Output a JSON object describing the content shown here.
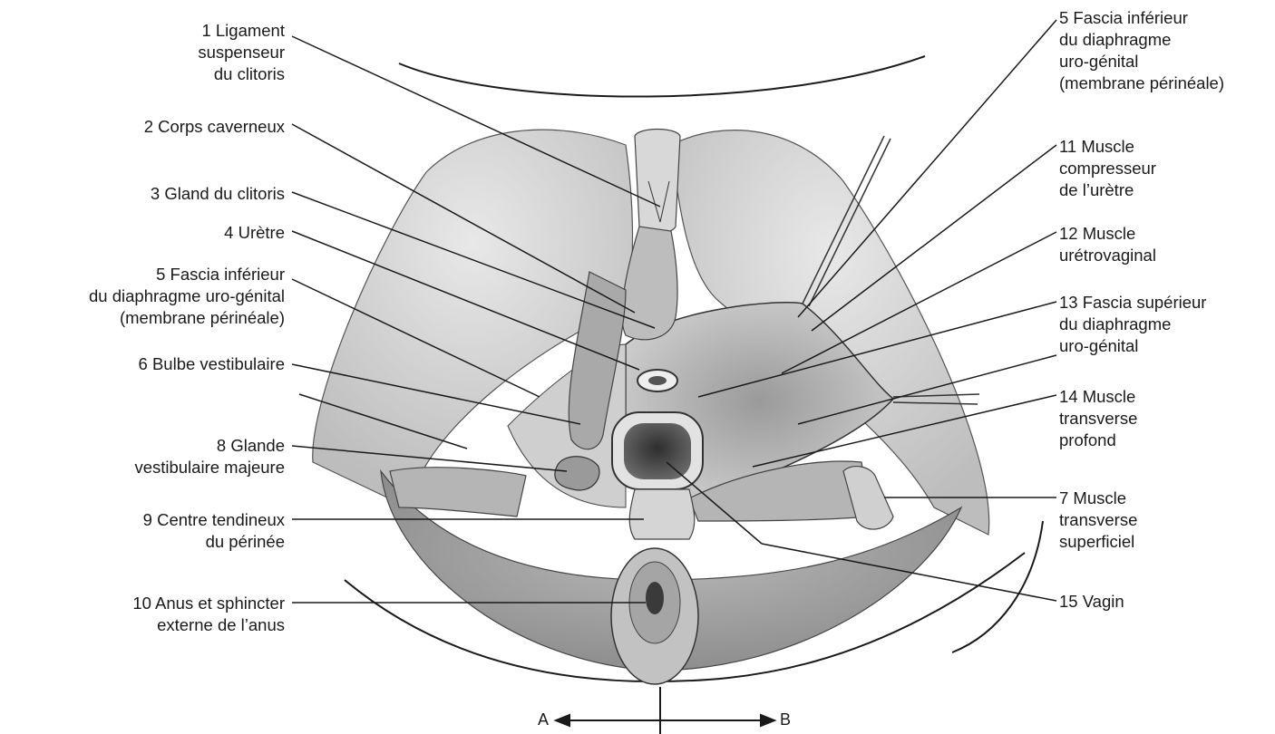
{
  "labels_left": [
    {
      "id": "l1",
      "lines": [
        "1 Ligament",
        "suspenseur",
        "du clitoris"
      ]
    },
    {
      "id": "l2",
      "lines": [
        "2 Corps caverneux"
      ]
    },
    {
      "id": "l3",
      "lines": [
        "3 Gland du clitoris"
      ]
    },
    {
      "id": "l4",
      "lines": [
        "4 Urètre"
      ]
    },
    {
      "id": "l5",
      "lines": [
        "5 Fascia inférieur",
        "du diaphragme uro-génital",
        "(membrane périnéale)"
      ]
    },
    {
      "id": "l6",
      "lines": [
        "6 Bulbe vestibulaire"
      ]
    },
    {
      "id": "l8",
      "lines": [
        "8 Glande",
        "vestibulaire majeure"
      ]
    },
    {
      "id": "l9",
      "lines": [
        "9 Centre tendineux",
        "du périnée"
      ]
    },
    {
      "id": "l10",
      "lines": [
        "10 Anus et sphincter",
        "externe de l’anus"
      ]
    }
  ],
  "labels_right": [
    {
      "id": "r5",
      "lines": [
        "5 Fascia inférieur",
        "du diaphragme",
        "uro-génital",
        "(membrane périnéale)"
      ]
    },
    {
      "id": "r11",
      "lines": [
        "11 Muscle",
        "compresseur",
        "de l’urètre"
      ]
    },
    {
      "id": "r12",
      "lines": [
        "12 Muscle",
        "urétrovaginal"
      ]
    },
    {
      "id": "r13",
      "lines": [
        "13 Fascia supérieur",
        "du diaphragme",
        "uro-génital"
      ]
    },
    {
      "id": "r14",
      "lines": [
        "14 Muscle",
        "transverse",
        "profond"
      ]
    },
    {
      "id": "r7",
      "lines": [
        "7 Muscle",
        "transverse",
        "superficiel"
      ]
    },
    {
      "id": "r15",
      "lines": [
        "15 Vagin"
      ]
    }
  ],
  "axis": {
    "left": "A",
    "right": "B"
  },
  "colors": {
    "line": "#1a1a1a",
    "tissue": "#c9c9c9",
    "muscle": "#a9a9a9",
    "dark": "#4a4a4a",
    "light": "#e6e6e6"
  }
}
